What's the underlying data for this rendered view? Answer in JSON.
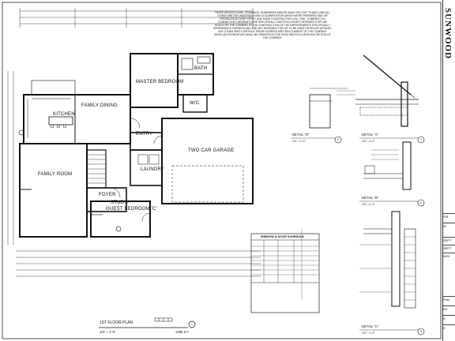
{
  "drawing": {
    "rooms": {
      "master_bedroom": "MASTER BEDROOM",
      "bath": "BATH",
      "wic": "W/C",
      "kitchen": "KITCHEN",
      "family_dining": "FAMILY DINING",
      "entry": "ENTRY",
      "garage": "TWO CAR GARAGE",
      "laundry": "LAUNDRY",
      "family_room": "FAMILY ROOM",
      "foyer": "FOYER",
      "study": "STUDY/",
      "guest_bedroom": "GUEST BEDROOM 'C'"
    },
    "title": {
      "label": "1ST FLOOR PLAN",
      "scale": "1/4\" = 1'-0\"",
      "area": "1296 S.F.",
      "number": "1"
    }
  },
  "details": {
    "detail_d": {
      "label": "DETAIL \"D\"",
      "scale": "1/2\" = 1'-0\"",
      "number": "4"
    },
    "detail_a": {
      "label": "DETAIL \"A\"",
      "scale": "1/2\" = 1'-0\"",
      "number": "1"
    },
    "detail_b": {
      "label": "DETAIL \"B\"",
      "scale": "1/2\" = 1'-0\"",
      "number": "2"
    },
    "detail_c": {
      "label": "DETAIL \"C\"",
      "scale": "1/2\" = 1'-0\"",
      "number": "3"
    }
  },
  "schedule": {
    "title": "WINDOW & DOOR SCHEDULE"
  },
  "copyright_note": "THESE DESIGN PLANS, DRAWINGS, SUMMARIES AND/OR ANALYSIS (THE \"PLANS\") AND ALL OTHER WRITTEN MATERIALS AND DOCUMENTATION WHICH WERE PREPARED AND OR PRODUCED BY KENT FROST AND SONS CONSTRUCTION, INC. (THE \"COMPANY\") IN CONNECTION THEREWITH ARE SPECIFICALLY AND EXCLUSIVELY INTENDED FOR USE SOLELY BY THE COMPANY IN THE CONSTRUCTION OF THE IMPROVEMENTS SPECIFICALLY REFERENCED THEREON AND ARE NOT INTENDED FOR OR TO BE USED OR RELIED UPON BY ANY OTHER PARTY WITHOUT PRIOR EXPRESS WRITTEN CONSENT OF THE COMPANY WHICH AUTHORIZATION SHALL BE GRANTED IN THE SOLE AND EXCLUSIVE DISCRETION OF THE COMPANY.",
  "title_block": {
    "brand": "SUNWOOD",
    "cells": [
      "FIR",
      "W",
      "SEPT",
      "SEPT",
      "NOV",
      "Prep",
      "EA",
      "S",
      "S"
    ]
  }
}
